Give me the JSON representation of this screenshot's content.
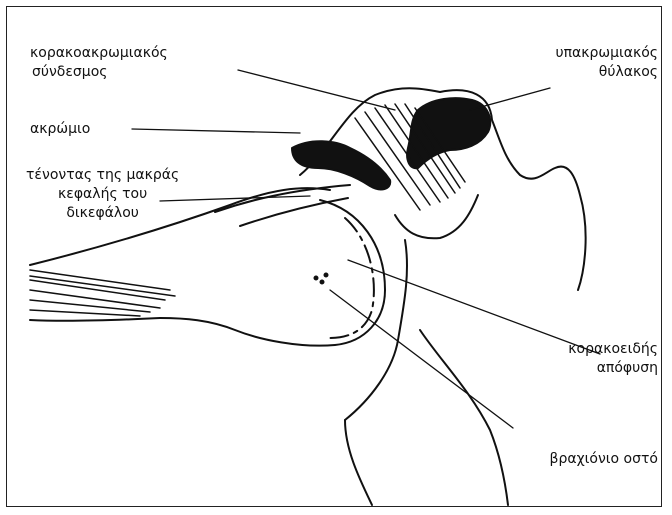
{
  "labels": {
    "coracoacromial_ligament": [
      "κορακοακρωμιακός",
      "σύνδεσμος"
    ],
    "subacromial_bursa": [
      "υπακρωμιακός",
      "θύλακος"
    ],
    "acromion": "ακρώμιο",
    "biceps_tendon": [
      "τένοντας της μακράς",
      "κεφαλής του",
      "δικεφάλου"
    ],
    "coracoid_process": [
      "κορακοειδής",
      "απόφυση"
    ],
    "humerus": "βραχιόνιο οστό"
  }
}
